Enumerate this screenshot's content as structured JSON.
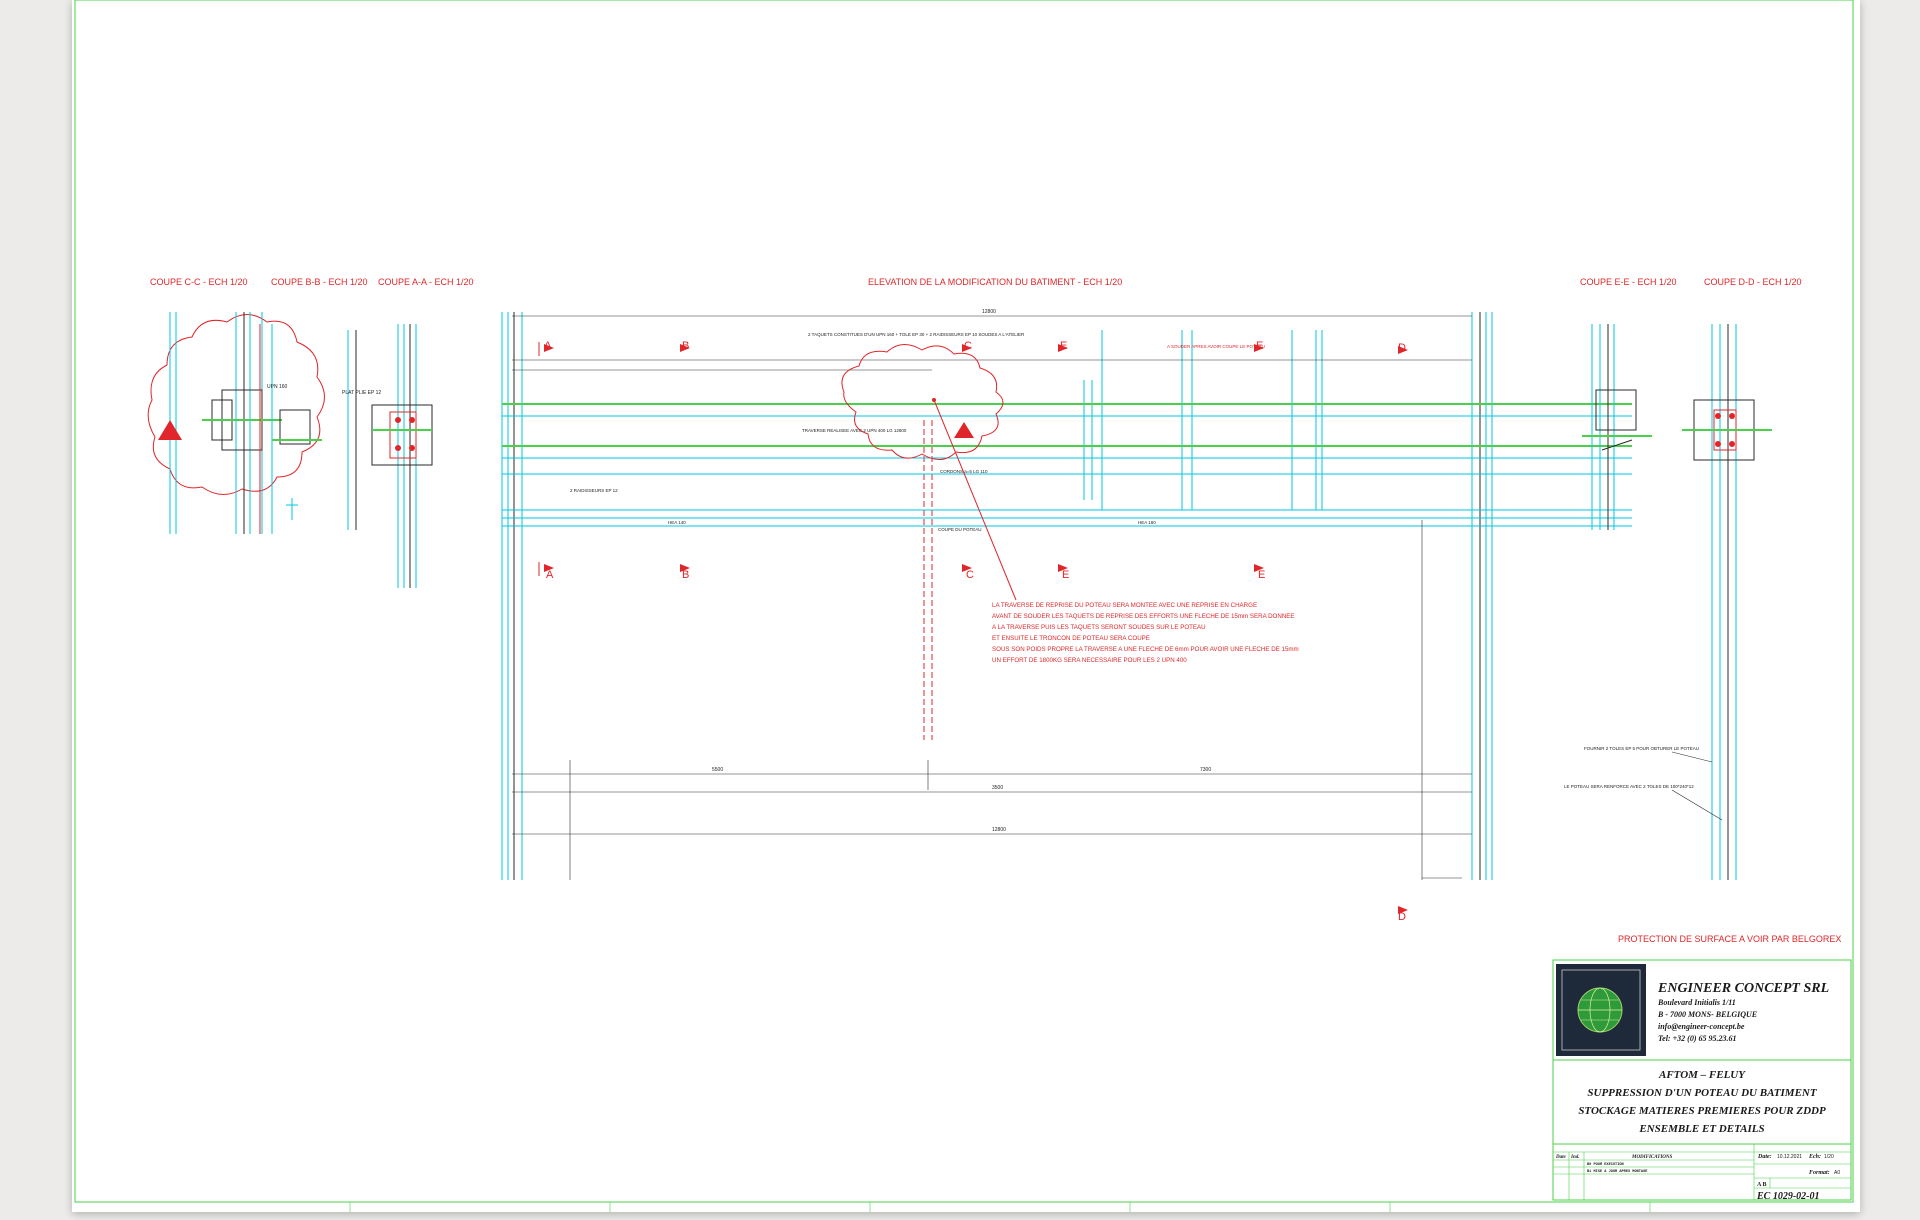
{
  "section_titles": {
    "coupe_cc": "COUPE C-C  - ECH 1/20",
    "coupe_bb": "COUPE B-B  - ECH 1/20",
    "coupe_aa": "COUPE A-A  - ECH 1/20",
    "elevation": "ELEVATION DE LA MODIFICATION DU BATIMENT  - ECH 1/20",
    "coupe_ee": "COUPE E-E  - ECH 1/20",
    "coupe_dd": "COUPE D-D  - ECH 1/20"
  },
  "section_marks": {
    "a": "A",
    "b": "B",
    "c": "C",
    "e": "E",
    "e2": "E",
    "d": "D"
  },
  "note_lines": [
    "LA TRAVERSE DE REPRISE DU POTEAU SERA MONTEE AVEC UNE REPRISE EN CHARGE",
    "AVANT DE SOUDER LES TAQUETS DE REPRISE DES EFFORTS UNE FLECHE DE 15mm SERA DONNEE",
    "A LA TRAVERSE PUIS LES TAQUETS SERONT SOUDES SUR LE POTEAU",
    "ET ENSUITE LE TRONCON DE POTEAU SERA COUPE",
    "SOUS SON POIDS PROPRE LA TRAVERSE A UNE FLECHE DE 6mm POUR AVOIR UNE FLECHE DE 15mm",
    "UN EFFORT DE 1800KG SERA NECESSAIRE POUR LES 2 UPN 400"
  ],
  "protection_note": "PROTECTION DE SURFACE A VOIR PAR BELGOREX",
  "company": {
    "name": "ENGINEER  CONCEPT  SRL",
    "address1": "Boulevard Initialis  1/11",
    "address2": "B - 7000 MONS- BELGIQUE",
    "email": "info@engineer-concept.be",
    "phone": "Tel:  +32  (0)  65  95.23.61"
  },
  "project": {
    "line1": "AFTOM  –  FELUY",
    "line2": "SUPPRESSION  D'UN  POTEAU  DU  BATIMENT",
    "line3": "STOCKAGE  MATIERES  PREMIERES  POUR  ZDDP",
    "line4": "ENSEMBLE  ET  DETAILS"
  },
  "revisions": {
    "header_date": "Date",
    "header_ind": "Ind.",
    "header_mod": "MODIFICATIONS",
    "row1": "B0 POUR EXECUTION",
    "row2": "B1 MISE A JOUR APRES MONTAGE"
  },
  "meta": {
    "date_label": "Date:",
    "date_value": "10.12.2021",
    "ech_label": "Ech:",
    "ech_value": "1/20",
    "format_label": "Format:",
    "format_value": "A0",
    "indice_label": "A B",
    "drawing_number": "EC  1029-02-01"
  },
  "small_labels": {
    "upn160": "UPN 160",
    "hea160": "HEA 160",
    "hea140": "HEA 140",
    "coupe_poteau": "COUPE DU POTEAU",
    "traverse": "TRAVERSE REALISEE AVEC 2 UPN 400  LG 12800",
    "raid": "2 RAIDISSEURS EP 12",
    "cordon": "CORDONS a=5 LG 110",
    "taquets": "2 TAQUETS CONSTITUES D'UN UPN 160 + TOLE EP 30 + 2 RAIDISSEURS EP 10 SOUDES A L'ATELIER",
    "souder_apres": "A SOUDER APRES AVOIR COUPE LE POTEAU",
    "fournir": "FOURNIR 2 TOLES EP 5 POUR OBTURER LE POTEAU",
    "renforce": "LE POTEAU SERA RENFORCE AVEC 2 TOLES DE 100*240*12",
    "plat": "PLAT PLIE  EP 12",
    "dim_5500": "5500",
    "dim_7300": "7300",
    "dim_12800": "12800",
    "dim_3500": "3500"
  }
}
